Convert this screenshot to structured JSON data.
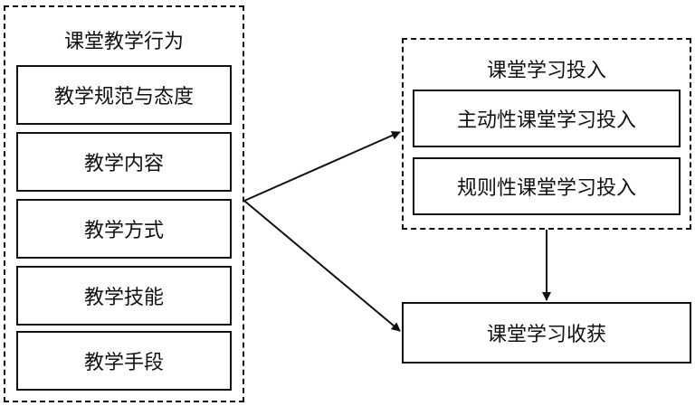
{
  "left_group": {
    "title": "课堂教学行为",
    "items": [
      "教学规范与态度",
      "教学内容",
      "教学方式",
      "教学技能",
      "教学手段"
    ]
  },
  "right_group": {
    "title": "课堂学习投入",
    "items": [
      "主动性课堂学习投入",
      "规则性课堂学习投入"
    ]
  },
  "outcome": {
    "label": "课堂学习收获"
  }
}
